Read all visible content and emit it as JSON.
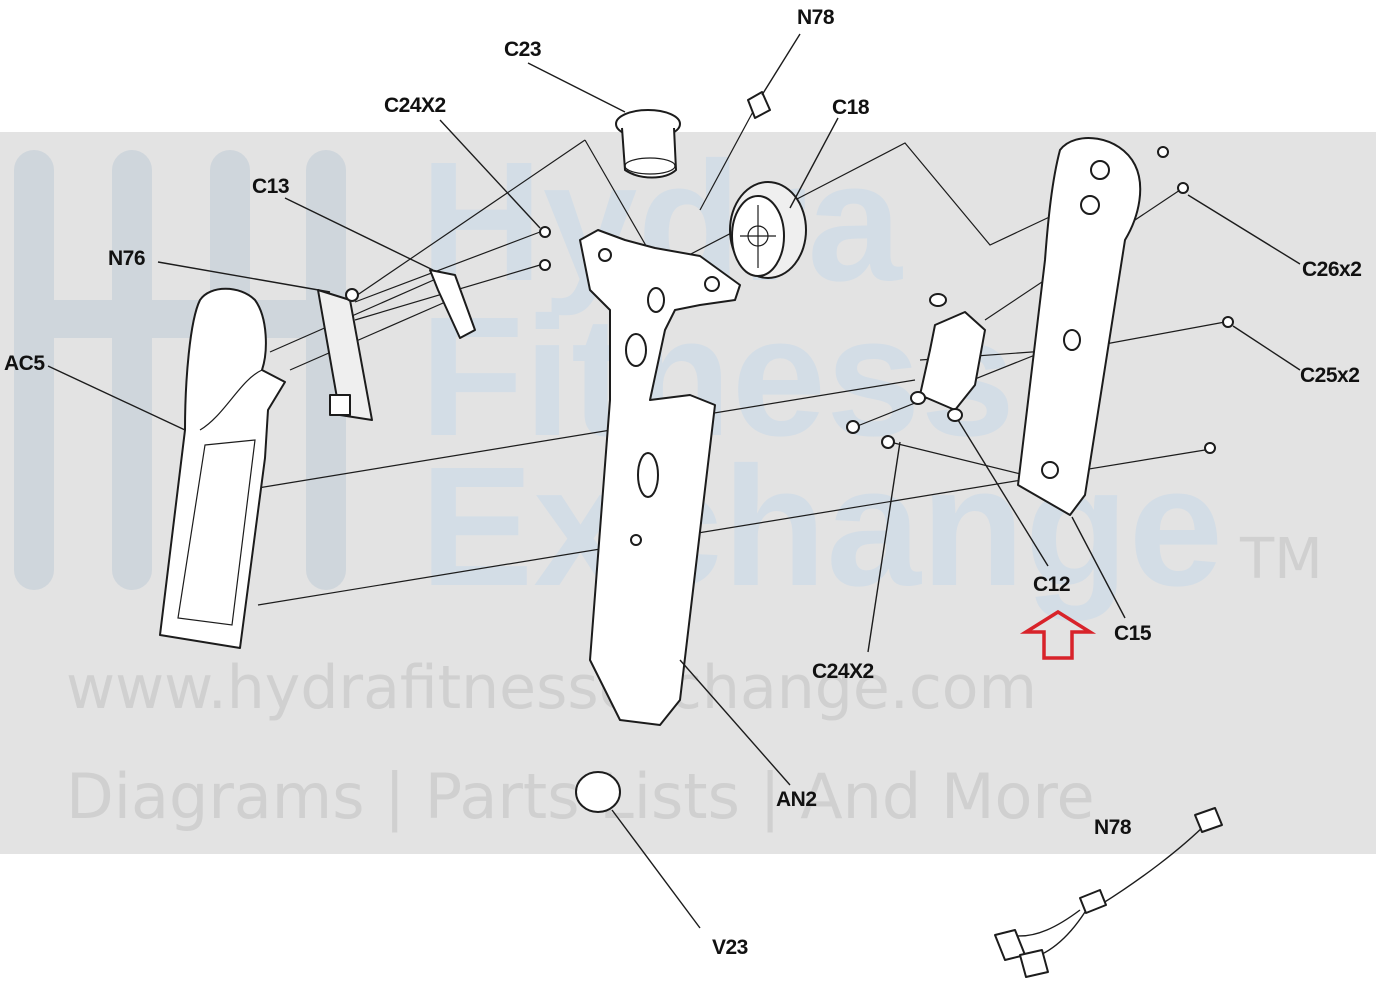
{
  "watermark": {
    "brand_line1": "Hydra",
    "brand_line2": "Fitness",
    "brand_line3": "Exchange",
    "trademark": "TM",
    "url": "www.hydrafitnessexchange.com",
    "tagline": "Diagrams | Parts Lists | And More"
  },
  "callouts": {
    "n78_top": "N78",
    "c23": "C23",
    "c24x2_top": "C24X2",
    "c18": "C18",
    "c13": "C13",
    "n76": "N76",
    "ac5": "AC5",
    "c26x2": "C26x2",
    "c25x2": "C25x2",
    "c12": "C12",
    "c15": "C15",
    "c24x2_bottom": "C24X2",
    "an2": "AN2",
    "n78_bottom": "N78",
    "v23": "V23"
  },
  "colors": {
    "highlight_arrow": "#d8232a",
    "watermark_band": "#e3e3e3",
    "watermark_brand": "#d3dde6"
  }
}
